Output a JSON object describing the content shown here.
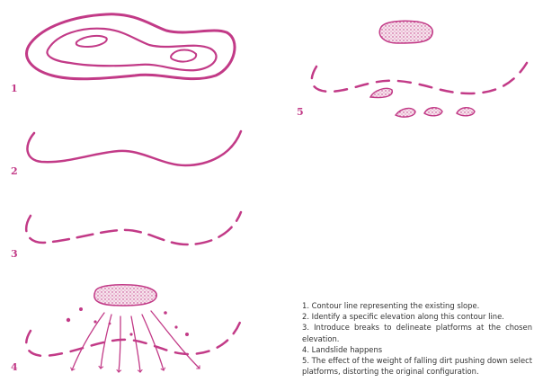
{
  "colors": {
    "ink": "#c23a87",
    "dirt_fill": "#f3d9e6",
    "text": "#333333"
  },
  "steps": [
    {
      "label": "1"
    },
    {
      "label": "2"
    },
    {
      "label": "3"
    },
    {
      "label": "4"
    },
    {
      "label": "5"
    }
  ],
  "captions": [
    "1. Contour line representing the existing slope.",
    "2. Identify a specific elevation along this contour line.",
    "3. Introduce breaks to delineate platforms at the chosen elevation.",
    "4. Landslide happens",
    "5. The effect of the weight of falling dirt pushing down select platforms, distorting the original configuration."
  ]
}
